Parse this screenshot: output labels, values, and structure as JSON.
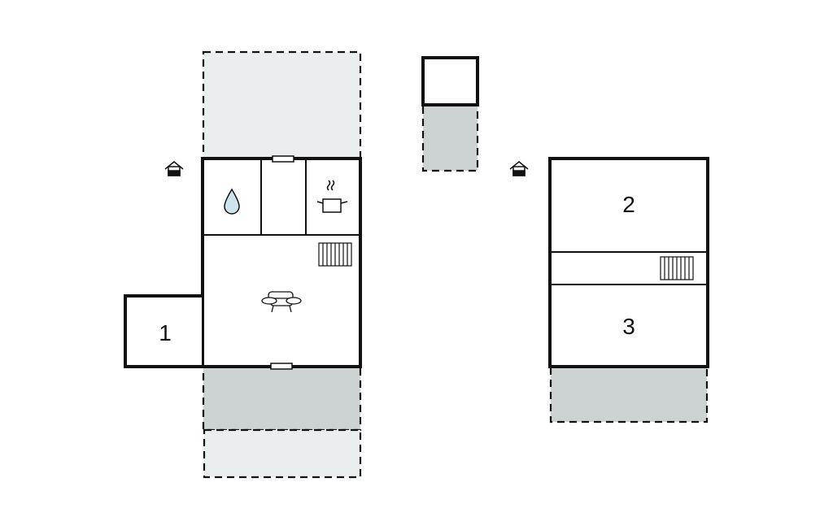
{
  "floor_plan": {
    "rooms": [
      {
        "key": "room-1",
        "label": "1"
      },
      {
        "key": "room-2",
        "label": "2"
      },
      {
        "key": "room-3",
        "label": "3"
      }
    ],
    "icons": [
      "house-entrance-icon",
      "water-drop-icon",
      "cooking-pot-icon",
      "sofa-icon",
      "stairs-icon"
    ],
    "colors": {
      "wall": "#111111",
      "terrace_light": "#eaeeee",
      "terrace_dark": "#cdd3d3",
      "water": "#cfe3ee",
      "background": "#ffffff"
    }
  }
}
